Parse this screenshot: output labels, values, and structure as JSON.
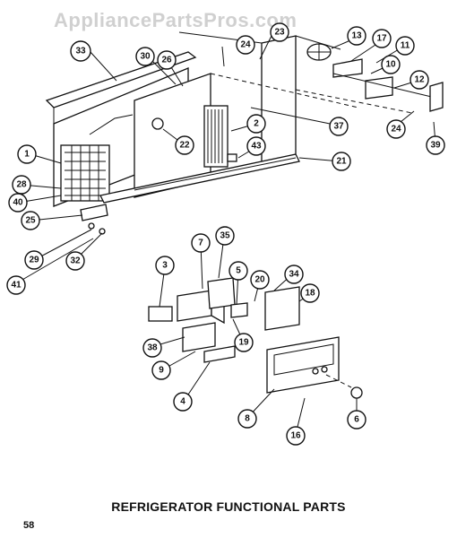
{
  "watermark": "AppliancePartsPros.com",
  "caption": "REFRIGERATOR FUNCTIONAL PARTS",
  "page_number": "58",
  "callouts": [
    {
      "id": "c33",
      "label": "33"
    },
    {
      "id": "c30",
      "label": "30"
    },
    {
      "id": "c26",
      "label": "26"
    },
    {
      "id": "c24a",
      "label": "24"
    },
    {
      "id": "c23",
      "label": "23"
    },
    {
      "id": "c13",
      "label": "13"
    },
    {
      "id": "c17",
      "label": "17"
    },
    {
      "id": "c11",
      "label": "11"
    },
    {
      "id": "c10",
      "label": "10"
    },
    {
      "id": "c12",
      "label": "12"
    },
    {
      "id": "c2",
      "label": "2"
    },
    {
      "id": "c37",
      "label": "37"
    },
    {
      "id": "c22",
      "label": "22"
    },
    {
      "id": "c43",
      "label": "43"
    },
    {
      "id": "c21",
      "label": "21"
    },
    {
      "id": "c24b",
      "label": "24"
    },
    {
      "id": "c39",
      "label": "39"
    },
    {
      "id": "c1",
      "label": "1"
    },
    {
      "id": "c28",
      "label": "28"
    },
    {
      "id": "c40",
      "label": "40"
    },
    {
      "id": "c25",
      "label": "25"
    },
    {
      "id": "c29",
      "label": "29"
    },
    {
      "id": "c32",
      "label": "32"
    },
    {
      "id": "c41",
      "label": "41"
    },
    {
      "id": "c7",
      "label": "7"
    },
    {
      "id": "c35",
      "label": "35"
    },
    {
      "id": "c3",
      "label": "3"
    },
    {
      "id": "c5",
      "label": "5"
    },
    {
      "id": "c20",
      "label": "20"
    },
    {
      "id": "c34",
      "label": "34"
    },
    {
      "id": "c18",
      "label": "18"
    },
    {
      "id": "c38",
      "label": "38"
    },
    {
      "id": "c19a",
      "label": "19"
    },
    {
      "id": "c9",
      "label": "9"
    },
    {
      "id": "c4",
      "label": "4"
    },
    {
      "id": "c8",
      "label": "8"
    },
    {
      "id": "c6",
      "label": "6"
    },
    {
      "id": "c16",
      "label": "16"
    }
  ]
}
